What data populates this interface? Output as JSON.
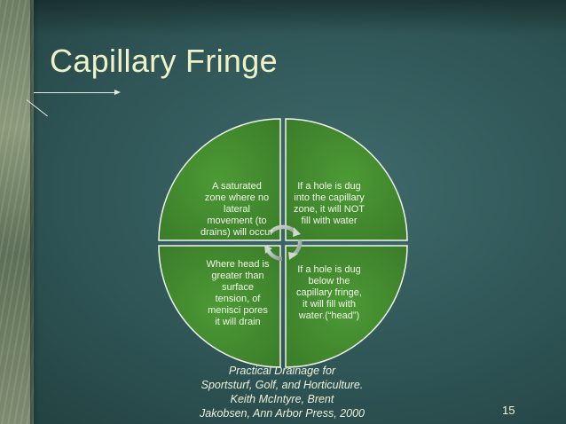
{
  "slide": {
    "title": "Capillary Fringe",
    "quadrants": [
      "A saturated zone where no lateral movement (to drains) will occur",
      "If a hole is dug into the capillary zone, it will NOT fill with water",
      "Where head is greater than surface tension, of menisci pores it will drain",
      "If a hole is dug below the capillary fringe, it will fill with water.(“head”)"
    ],
    "citation": [
      "Practical Drainage for",
      "Sportsturf, Golf, and Horticulture.",
      "Keith McIntyre, Brent",
      "Jakobsen, Ann Arbor Press, 2000"
    ],
    "page_number": "15"
  },
  "colors": {
    "title": "#eef2c8",
    "quadrant_fill": "#4f9a38",
    "quadrant_fill_dark": "#3d7f2a"
  }
}
